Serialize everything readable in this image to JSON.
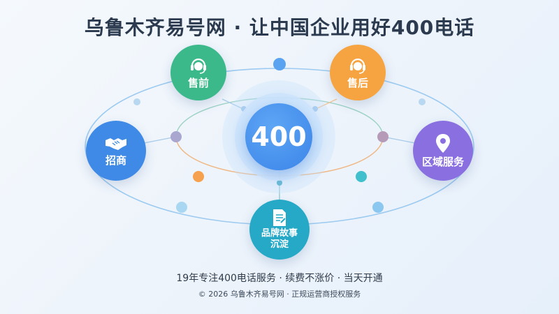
{
  "title": "乌鲁木齐易号网 · 让中国企业用好400电话",
  "center": {
    "label": "400"
  },
  "nodes": {
    "before_sales": {
      "label": "售前",
      "icon": "headset-icon",
      "color": "#3cb98a"
    },
    "after_sales": {
      "label": "售后",
      "icon": "headset-icon",
      "color": "#f5a441"
    },
    "investment": {
      "label": "招商",
      "icon": "handshake-icon",
      "color": "#3f8ae6"
    },
    "regional": {
      "label": "区域服务",
      "icon": "map-pin-icon",
      "color": "#8a6fe0"
    },
    "brand": {
      "label_line1": "品牌故事",
      "label_line2": "沉淀",
      "icon": "document-icon",
      "color": "#26a9c7"
    }
  },
  "footer": {
    "line1": "19年专注400电话服务 · 续费不涨价 · 当天开通",
    "line2": "© 2026 乌鲁木齐易号网 · 正规运营商授权服务"
  }
}
